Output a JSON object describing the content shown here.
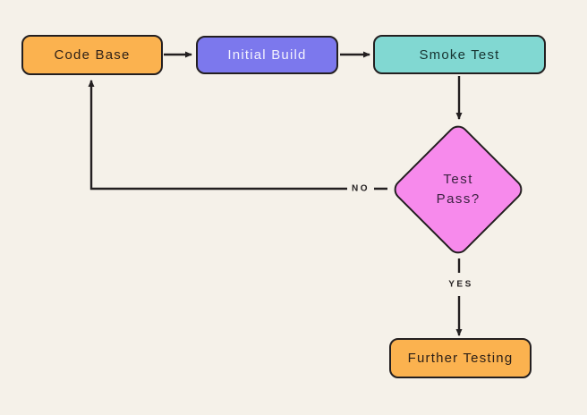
{
  "canvas": {
    "background": "#f5f1e9",
    "stroke": "#231f20"
  },
  "nodes": [
    {
      "id": "code-base",
      "label": "Code Base",
      "shape": "rounded-rect",
      "fill": "#fbb24f",
      "text_color": "#2e2118"
    },
    {
      "id": "initial-build",
      "label": "Initial Build",
      "shape": "rounded-rect",
      "fill": "#7c78ed",
      "text_color": "#f3f2fd"
    },
    {
      "id": "smoke-test",
      "label": "Smoke Test",
      "shape": "rounded-rect",
      "fill": "#81d8d2",
      "text_color": "#173330"
    },
    {
      "id": "test-pass",
      "label": "Test Pass?",
      "shape": "diamond",
      "fill": "#f78aec",
      "text_color": "#3a2140"
    },
    {
      "id": "further-testing",
      "label": "Further Testing",
      "shape": "rounded-rect",
      "fill": "#fbb24f",
      "text_color": "#2e2118"
    }
  ],
  "edges": [
    {
      "from": "code-base",
      "to": "initial-build",
      "label": ""
    },
    {
      "from": "initial-build",
      "to": "smoke-test",
      "label": ""
    },
    {
      "from": "smoke-test",
      "to": "test-pass",
      "label": ""
    },
    {
      "from": "test-pass",
      "to": "code-base",
      "label": "NO"
    },
    {
      "from": "test-pass",
      "to": "further-testing",
      "label": "YES"
    }
  ]
}
